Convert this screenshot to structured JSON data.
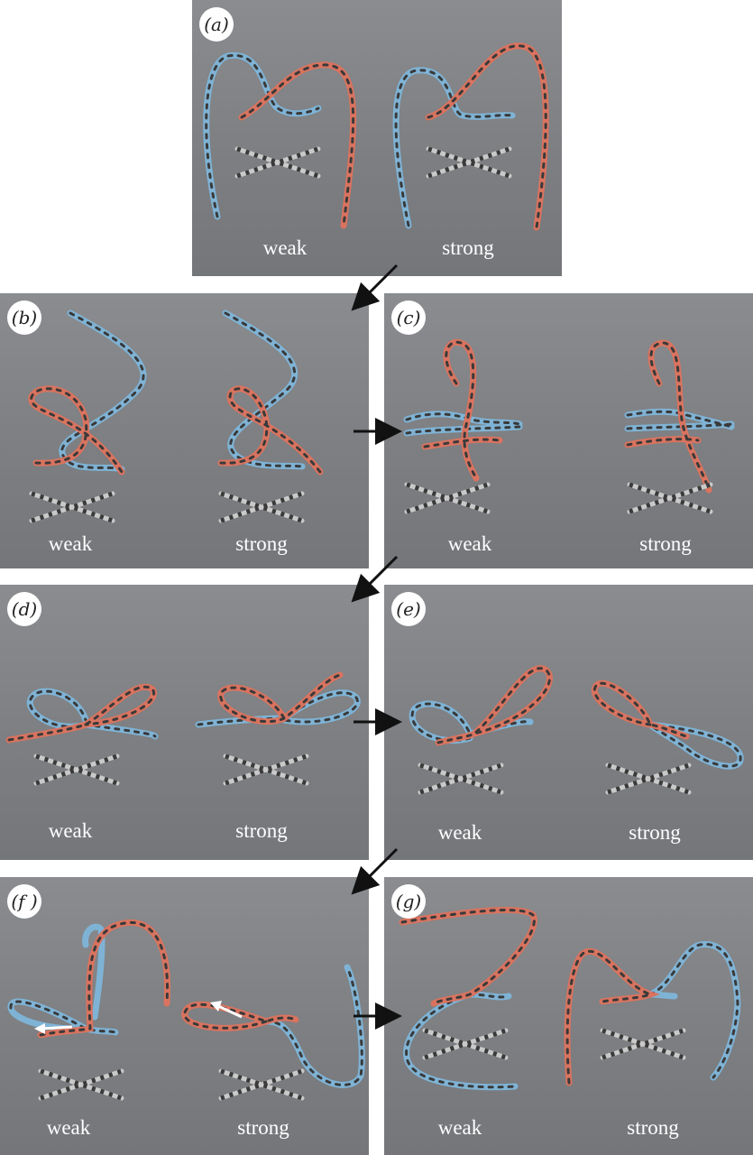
{
  "panels": [
    {
      "id": "a",
      "label": "(a)",
      "left_text": "weak",
      "right_text": "strong"
    },
    {
      "id": "b",
      "label": "(b)",
      "left_text": "weak",
      "right_text": "strong"
    },
    {
      "id": "c",
      "label": "(c)",
      "left_text": "weak",
      "right_text": "strong"
    },
    {
      "id": "d",
      "label": "(d)",
      "left_text": "weak",
      "right_text": "strong"
    },
    {
      "id": "e",
      "label": "(e)",
      "left_text": "weak",
      "right_text": "strong"
    },
    {
      "id": "f",
      "label": "(f )",
      "left_text": "weak",
      "right_text": "strong"
    },
    {
      "id": "g",
      "label": "(g)",
      "left_text": "weak",
      "right_text": "strong"
    }
  ],
  "colors": {
    "blue_lace": "#7fb3d5",
    "red_lace": "#d9735f",
    "grey_lace": "#c9c9c9",
    "dash": "#3a3a3a"
  },
  "icons": [
    "arrow-down-left-icon",
    "arrow-right-icon",
    "white-arrow-icon"
  ]
}
